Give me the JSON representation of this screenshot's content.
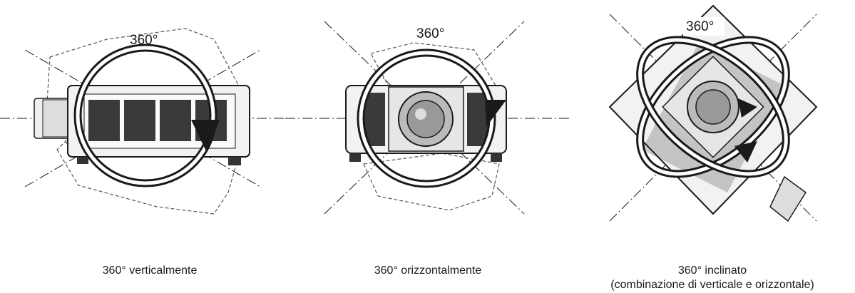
{
  "panels": [
    {
      "angle_label": "360°",
      "caption": "360° verticalmente",
      "caption_line2": ""
    },
    {
      "angle_label": "360°",
      "caption": "360° orizzontalmente",
      "caption_line2": ""
    },
    {
      "angle_label": "360°",
      "caption": "360° inclinato",
      "caption_line2": "(combinazione di verticale e orizzontale)"
    }
  ],
  "icons": [
    "rotation-arrow-icon",
    "projector-side-view",
    "projector-front-view",
    "projector-tilted-view"
  ],
  "colors": {
    "stroke": "#1a1a1a",
    "body_fill": "#f2f2f2",
    "vent_fill": "#3a3a3a"
  }
}
